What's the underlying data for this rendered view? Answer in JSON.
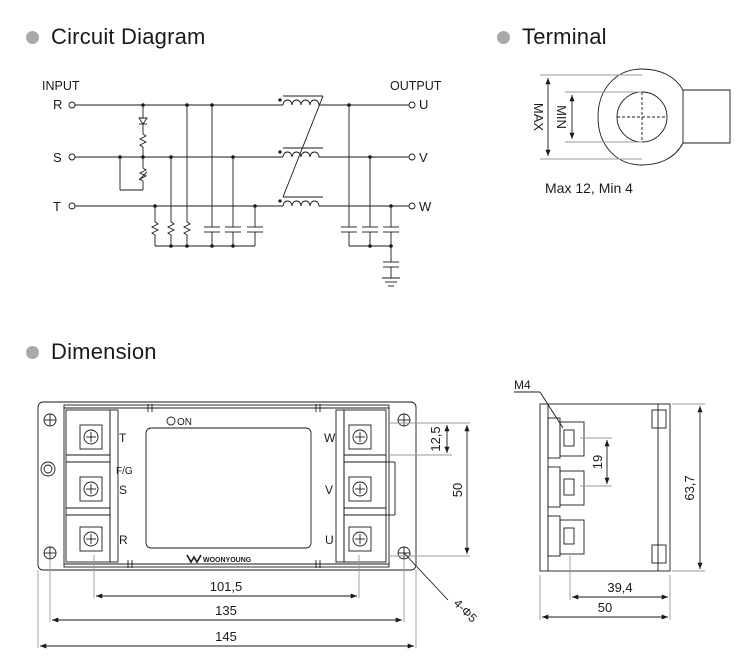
{
  "sections": {
    "circuit": "Circuit Diagram",
    "terminal": "Terminal",
    "dimension": "Dimension"
  },
  "circuit": {
    "input_label": "INPUT",
    "output_label": "OUTPUT",
    "inputs": [
      "R",
      "S",
      "T"
    ],
    "outputs": [
      "U",
      "V",
      "W"
    ]
  },
  "terminal": {
    "max_label": "MAX",
    "min_label": "MIN",
    "spec": "Max 12, Min 4"
  },
  "front": {
    "on_label": "ON",
    "left_terminals": [
      "T",
      "F/G",
      "S",
      "R"
    ],
    "right_terminals": [
      "W",
      "V",
      "U"
    ],
    "brand": "WOONYOUNG",
    "dims": {
      "d1": "101,5",
      "d2": "135",
      "d3": "145",
      "d4": "12,5",
      "d5": "50",
      "hole": "4-Φ5"
    }
  },
  "side": {
    "screw": "M4",
    "dims": {
      "pitch": "19",
      "height": "63,7",
      "d1": "39,4",
      "d2": "50"
    }
  },
  "colors": {
    "bullet": "#a9a9a9",
    "line": "#1a1a1a",
    "light": "#9a9a9a"
  }
}
